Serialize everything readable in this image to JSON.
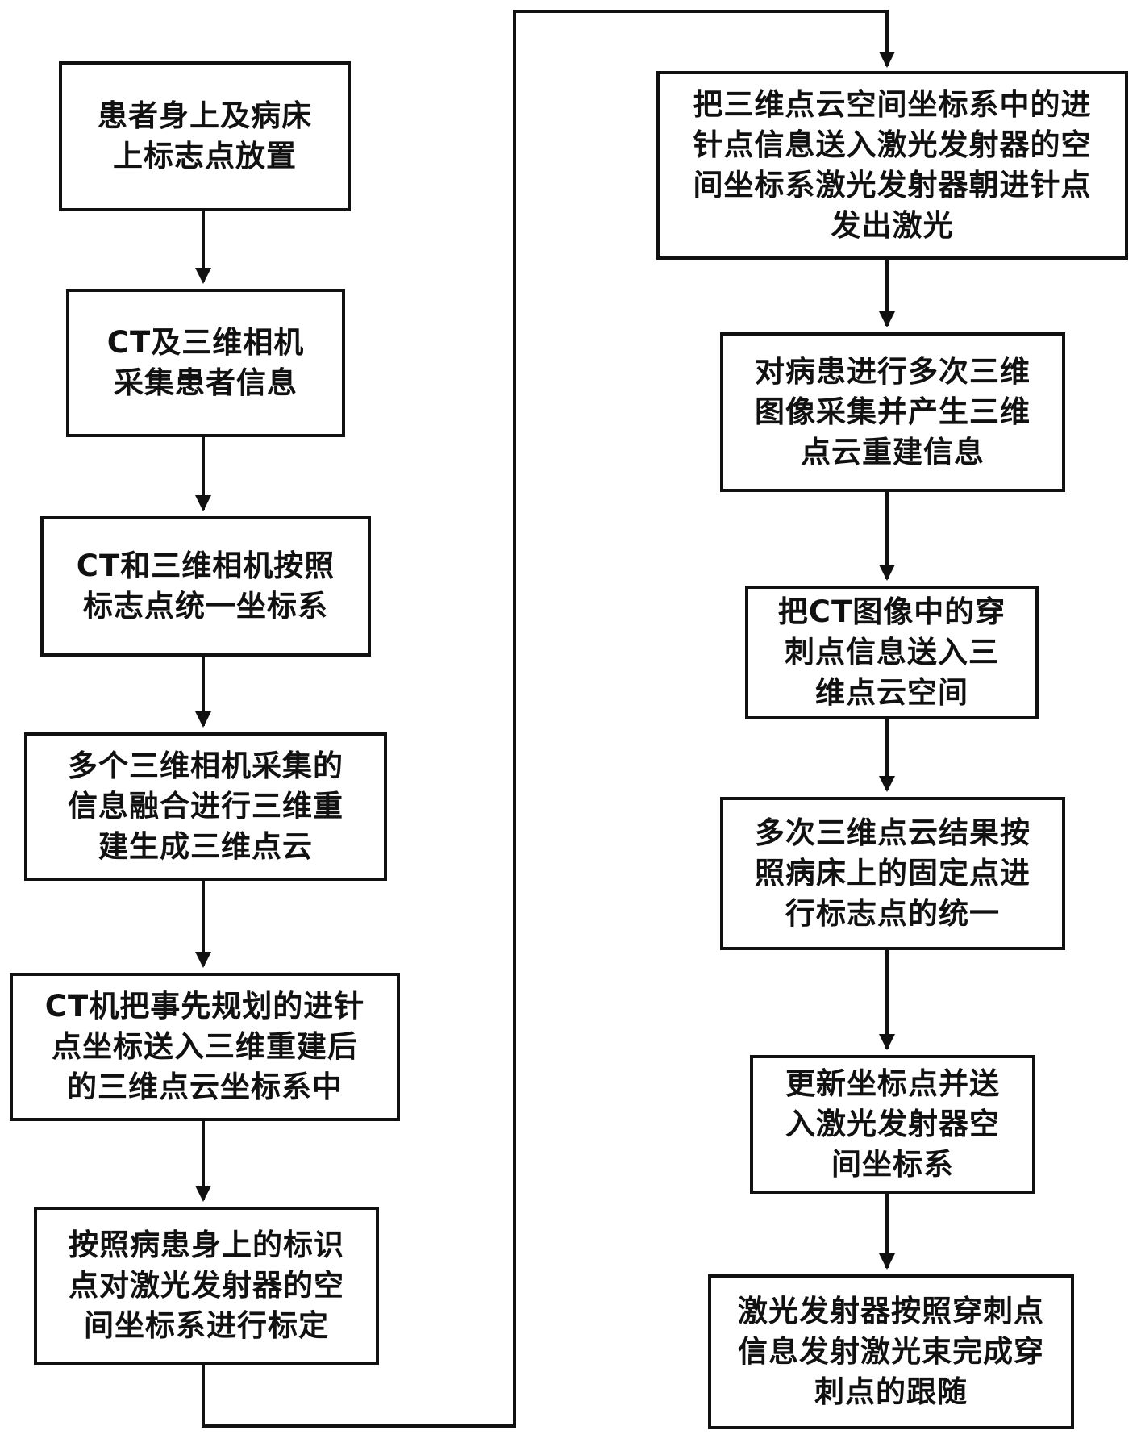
{
  "flowchart": {
    "steps": [
      {
        "id": "s1",
        "text": "患者身上及病床\n上标志点放置"
      },
      {
        "id": "s2",
        "text": "CT及三维相机\n采集患者信息"
      },
      {
        "id": "s3",
        "text": "CT和三维相机按照\n标志点统一坐标系"
      },
      {
        "id": "s4",
        "text": "多个三维相机采集的\n信息融合进行三维重\n建生成三维点云"
      },
      {
        "id": "s5",
        "text": "CT机把事先规划的进针\n点坐标送入三维重建后\n的三维点云坐标系中"
      },
      {
        "id": "s6",
        "text": "按照病患身上的标识\n点对激光发射器的空\n间坐标系进行标定"
      },
      {
        "id": "s7",
        "text": "把三维点云空间坐标系中的进\n针点信息送入激光发射器的空\n间坐标系激光发射器朝进针点\n发出激光"
      },
      {
        "id": "s8",
        "text": "对病患进行多次三维\n图像采集并产生三维\n点云重建信息"
      },
      {
        "id": "s9",
        "text": "把CT图像中的穿\n刺点信息送入三\n维点云空间"
      },
      {
        "id": "s10",
        "text": "多次三维点云结果按\n照病床上的固定点进\n行标志点的统一"
      },
      {
        "id": "s11",
        "text": "更新坐标点并送\n入激光发射器空\n间坐标系"
      },
      {
        "id": "s12",
        "text": "激光发射器按照穿刺点\n信息发射激光束完成穿\n刺点的跟随"
      }
    ]
  }
}
